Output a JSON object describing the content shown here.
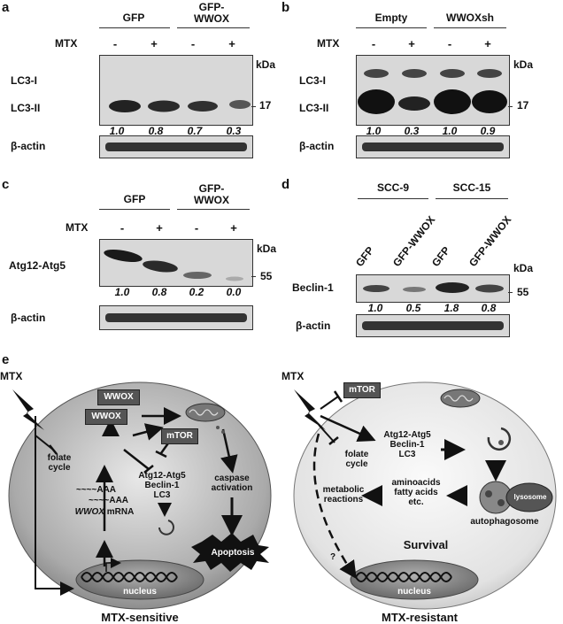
{
  "panels": {
    "a": {
      "letter": "a",
      "groups": [
        "GFP",
        "GFP-\nWWOX"
      ],
      "treatment_label": "MTX",
      "lanes": [
        "-",
        "+",
        "-",
        "+"
      ],
      "unit": "kDa",
      "bands": [
        "LC3-I",
        "LC3-II"
      ],
      "marker": "17",
      "quant": [
        "1.0",
        "0.8",
        "0.7",
        "0.3"
      ],
      "loading": "β-actin"
    },
    "b": {
      "letter": "b",
      "groups": [
        "Empty",
        "WWOXsh"
      ],
      "treatment_label": "MTX",
      "lanes": [
        "-",
        "+",
        "-",
        "+"
      ],
      "unit": "kDa",
      "bands": [
        "LC3-I",
        "LC3-II"
      ],
      "marker": "17",
      "quant": [
        "1.0",
        "0.3",
        "1.0",
        "0.9"
      ],
      "loading": "β-actin"
    },
    "c": {
      "letter": "c",
      "groups": [
        "GFP",
        "GFP-\nWWOX"
      ],
      "treatment_label": "MTX",
      "lanes": [
        "-",
        "+",
        "-",
        "+"
      ],
      "unit": "kDa",
      "bands": [
        "Atg12-Atg5"
      ],
      "marker": "55",
      "quant": [
        "1.0",
        "0.8",
        "0.2",
        "0.0"
      ],
      "loading": "β-actin"
    },
    "d": {
      "letter": "d",
      "groups": [
        "SCC-9",
        "SCC-15"
      ],
      "lanes": [
        "GFP",
        "GFP-WWOX",
        "GFP",
        "GFP-WWOX"
      ],
      "unit": "kDa",
      "bands": [
        "Beclin-1"
      ],
      "marker": "55",
      "quant": [
        "1.0",
        "0.5",
        "1.8",
        "0.8"
      ],
      "loading": "β-actin"
    },
    "e": {
      "letter": "e",
      "left": {
        "drug": "MTX",
        "wwox_top": "WWOX",
        "wwox_bottom": "WWOX",
        "mtor": "mTOR",
        "folate": "folate\ncycle",
        "autophagy": "Atg12-Atg5\nBeclin-1\nLC3",
        "caspase": "caspase\nactivation",
        "aaa": "AAA",
        "mrna_gene": "WWOX",
        "mrna_suffix": " mRNA",
        "apoptosis": "Apoptosis",
        "nucleus": "nucleus",
        "caption": "MTX-sensitive"
      },
      "right": {
        "drug": "MTX",
        "mtor": "mTOR",
        "folate": "folate\ncycle",
        "autophagy": "Atg12-Atg5\nBeclin-1\nLC3",
        "metabolic": "metabolic\nreactions",
        "nutrients": "aminoacids\nfatty acids\netc.",
        "lysosome": "lysosome",
        "autophagosome": "autophagosome",
        "survival": "Survival",
        "question": "?",
        "nucleus": "nucleus",
        "caption": "MTX-resistant"
      }
    }
  }
}
